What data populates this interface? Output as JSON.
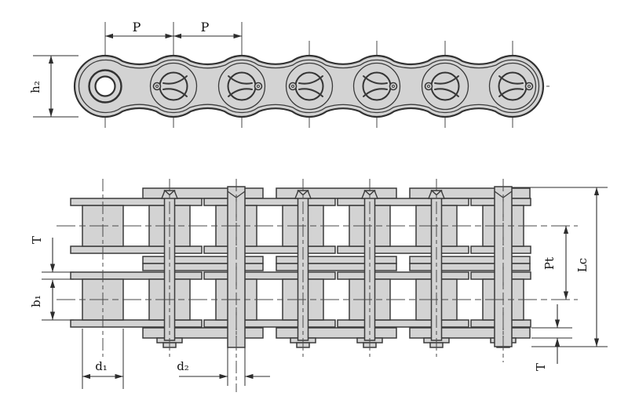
{
  "drawing": {
    "type": "roller-chain-engineering-drawing",
    "colors": {
      "background": "#ffffff",
      "metal_fill": "#d3d3d3",
      "outline": "#3b3b3b",
      "dimension_line": "#2d2d2d",
      "text": "#141414"
    },
    "side_view": {
      "pitch_label_1": "P",
      "pitch_label_2": "P",
      "plate_height_label": "h₂"
    },
    "plan_view": {
      "plate_thickness_left_label": "T",
      "inner_width_label": "b₁",
      "roller_diameter_label": "d₁",
      "pin_diameter_label": "d₂",
      "transverse_pitch_label": "Pt",
      "overall_length_label": "Lc",
      "plate_thickness_right_label": "T"
    }
  }
}
